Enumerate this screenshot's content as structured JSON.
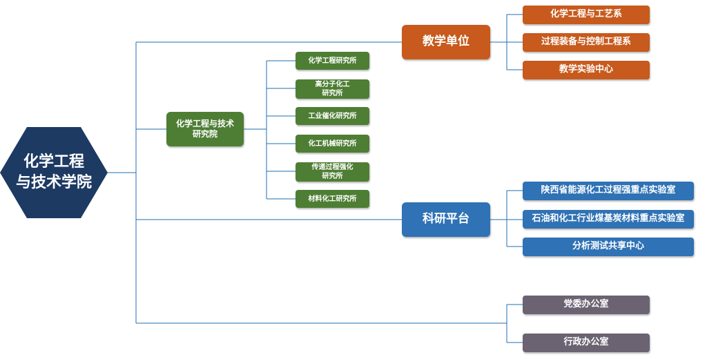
{
  "root": {
    "label": "化学工程\n与技术学院",
    "color": "#1d3a63"
  },
  "branches": {
    "teaching": {
      "label": "教学单位",
      "color": "#c75a1c",
      "children": [
        "化学工程与工艺系",
        "过程装备与控制工程系",
        "教学实验中心"
      ]
    },
    "institute": {
      "label": "化学工程与技术\n研究院",
      "color": "#4e7e34",
      "children": [
        "化学工程研究所",
        "高分子化工\n研究所",
        "工业催化研究所",
        "化工机械研究所",
        "传递过程强化\n研究所",
        "材料化工研究所"
      ]
    },
    "research": {
      "label": "科研平台",
      "color": "#2f72b5",
      "children": [
        "陕西省能源化工过程强重点实验室",
        "石油和化工行业煤基炭材料重点实验室",
        "分析测试共享中心"
      ]
    },
    "offices": {
      "color": "#6b6272",
      "children": [
        "党委办公室",
        "行政办公室"
      ]
    }
  },
  "connector_color": "#1f6fb2"
}
